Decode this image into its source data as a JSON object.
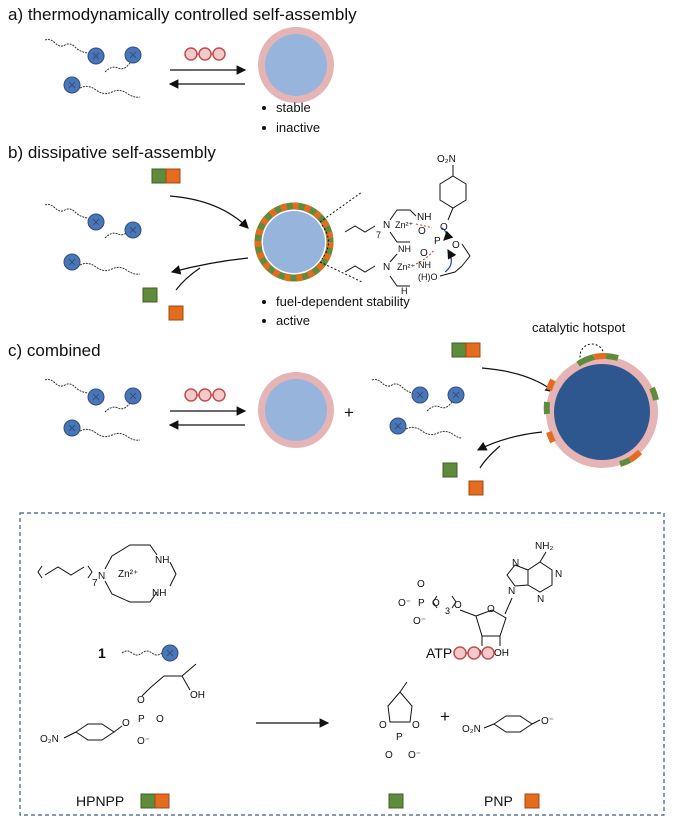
{
  "sections": {
    "a": {
      "title": "a) thermodynamically controlled self-assembly",
      "bullets": [
        "stable",
        "inactive"
      ]
    },
    "b": {
      "title": "b) dissipative self-assembly",
      "bullets": [
        "fuel-dependent stability",
        "active"
      ]
    },
    "c": {
      "title": "c) combined",
      "hotspot_label": "catalytic hotspot",
      "plus": "+"
    }
  },
  "complex_labels": {
    "zn": "Zn²⁺",
    "nh": "NH",
    "n": "N",
    "h": "H",
    "o": "O",
    "p": "P",
    "no2": "O₂N",
    "ho": "(H)O",
    "subscript7": "7"
  },
  "legend": {
    "compound1_label": "1",
    "atp_label": "ATP",
    "hpnpp_label": "HPNPP",
    "pnp_label": "PNP",
    "plus": "+",
    "nh2": "NH₂",
    "n": "N",
    "oh": "OH",
    "o_minus": "O⁻",
    "o2n": "O₂N",
    "p": "P",
    "o": "O",
    "three": "3",
    "seven": "7",
    "zn": "Zn²⁺",
    "nh": "NH"
  },
  "colors": {
    "blue_ball": "#4a76b8",
    "vesicle_core": "#96b4dc",
    "vesicle_shell": "#e6b4b4",
    "dark_core": "#2f578f",
    "atp_bead": "#f3c9c9",
    "atp_bead_stroke": "#c05050",
    "green": "#5f8c3c",
    "orange": "#e36c1e",
    "frame": "#3c5a8c"
  }
}
